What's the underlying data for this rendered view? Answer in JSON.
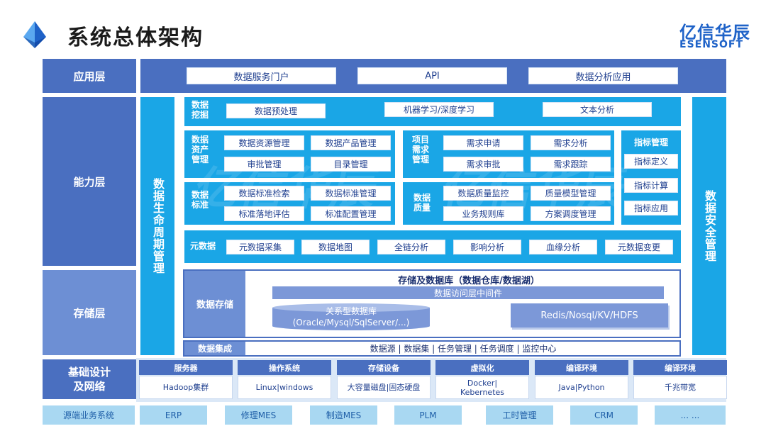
{
  "header": {
    "title": "系统总体架构",
    "brand_cn": "亿信华辰",
    "brand_en": "ESENSOFT"
  },
  "layers": {
    "app": "应用层",
    "ability": "能力层",
    "storage": "存储层",
    "base": "基础设计\n及网络"
  },
  "app_items": [
    "数据服务门户",
    "API",
    "数据分析应用"
  ],
  "lifecycle": "数据生命周期管理",
  "security": "数据安全管理",
  "mining": {
    "label": "数据\n挖掘",
    "items": [
      "数据预处理",
      "机器学习/深度学习",
      "文本分析"
    ]
  },
  "asset": {
    "label": "数据\n资产\n管理",
    "items": [
      "数据资源管理",
      "数据产品管理",
      "审批管理",
      "目录管理"
    ]
  },
  "demand": {
    "label": "项目\n需求\n管理",
    "items": [
      "需求申请",
      "需求分析",
      "需求审批",
      "需求跟踪"
    ]
  },
  "standard": {
    "label": "数据\n标准",
    "items": [
      "数据标准检索",
      "数据标准管理",
      "标准落地评估",
      "标准配置管理"
    ]
  },
  "quality": {
    "label": "数据\n质量",
    "items": [
      "数据质量监控",
      "质量模型管理",
      "业务规则库",
      "方案调度管理"
    ]
  },
  "indicators": [
    "指标管理",
    "指标定义",
    "指标计算",
    "指标应用"
  ],
  "metadata": {
    "label": "元数据",
    "items": [
      "元数据采集",
      "数据地图",
      "全链分析",
      "影响分析",
      "血缘分析",
      "元数据变更"
    ]
  },
  "store": {
    "label": "数据存储",
    "title": "存储及数据库（数据仓库/数据湖）",
    "middleware": "数据访问层中间件",
    "rdb_line1": "关系型数据库",
    "rdb_line2": "(Oracle/Mysql/SqlServer/...)",
    "nosql": "Redis/Nosql/KV/HDFS"
  },
  "integration": {
    "label": "数据集成",
    "text": "数据源 | 数据集 | 任务管理 | 任务调度 | 监控中心"
  },
  "infra": [
    {
      "head": "服务器",
      "body": "Hadoop集群"
    },
    {
      "head": "操作系统",
      "body": "Linux|windows"
    },
    {
      "head": "存储设备",
      "body": "大容量磁盘|固态硬盘"
    },
    {
      "head": "虚拟化",
      "body": "Docker|\nKebernetes"
    },
    {
      "head": "编译环境",
      "body": "Java|Python"
    },
    {
      "head": "编译环境",
      "body": "千兆带宽"
    }
  ],
  "sources": [
    "源端业务系统",
    "ERP",
    "修理MES",
    "制造MES",
    "PLM",
    "工时管理",
    "CRM",
    "... ..."
  ],
  "colors": {
    "layer": "#4a6fc0",
    "cyan": "#1aa6e6",
    "light_box": "#a9d8f2"
  }
}
